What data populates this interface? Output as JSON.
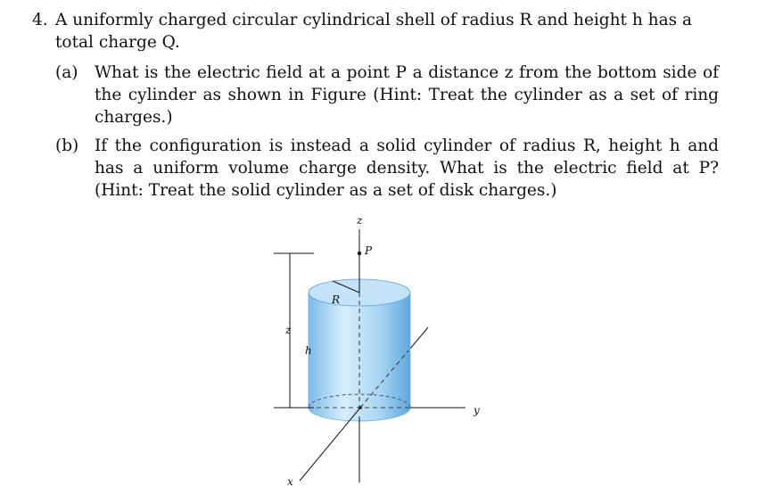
{
  "problem": {
    "number": "4.",
    "statement": "A uniformly charged circular cylindrical shell of radius R and height h has a total charge Q.",
    "parts": [
      {
        "label": "(a)",
        "text": "What is the electric field at a point P a distance z from the bottom side of the cylinder as shown in Figure (Hint: Treat the cylinder as a set of ring charges.)"
      },
      {
        "label": "(b)",
        "text": "If the configuration is instead a solid cylinder of radius R, height h and has a uniform volume charge density. What is the electric field at P? (Hint: Treat the solid cylinder as a set of disk charges.)"
      }
    ]
  },
  "figure": {
    "labels": {
      "z_axis": "z",
      "point": "P",
      "radius": "R",
      "z_dimension": "z",
      "height": "h",
      "y_axis": "y",
      "x_axis": "x"
    },
    "colors": {
      "cylinder_light": "#d6ecfb",
      "cylinder_mid": "#8fc8f0",
      "cylinder_dark": "#5aa5dd",
      "top_face": "#c4e3f8"
    }
  }
}
